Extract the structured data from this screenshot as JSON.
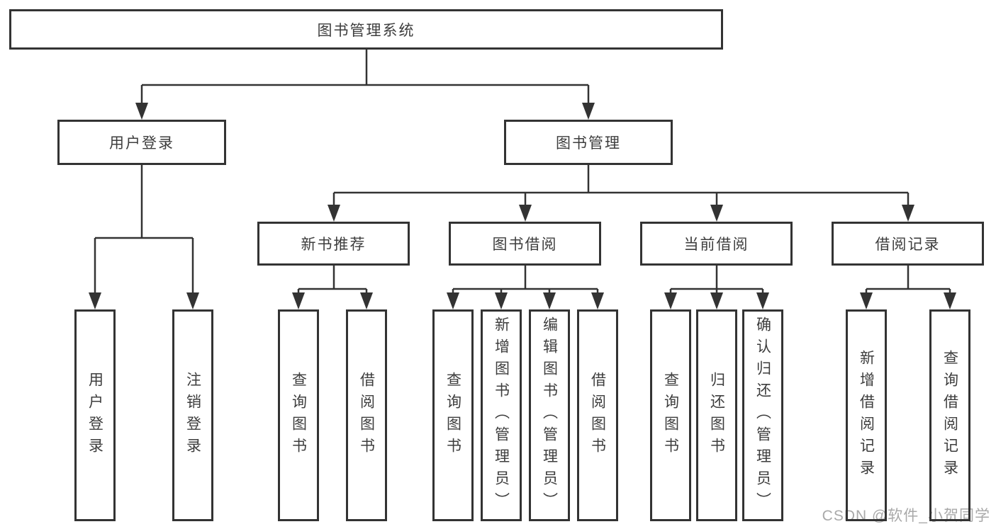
{
  "diagram": {
    "watermark": "CSDN @软件_小贺同学",
    "nodes": {
      "root": {
        "label": "图书管理系统"
      },
      "user_login": {
        "label": "用户登录"
      },
      "book_mgmt": {
        "label": "图书管理"
      },
      "new_book_rec": {
        "label": "新书推荐"
      },
      "book_borrow": {
        "label": "图书借阅"
      },
      "current_borrow": {
        "label": "当前借阅"
      },
      "borrow_records": {
        "label": "借阅记录"
      },
      "leaf_user_login": {
        "label": "用户登录"
      },
      "leaf_logout": {
        "label": "注销登录"
      },
      "leaf_rec_query": {
        "label": "查询图书"
      },
      "leaf_rec_borrow": {
        "label": "借阅图书"
      },
      "leaf_bor_query": {
        "label": "查询图书"
      },
      "leaf_bor_add": {
        "label": "新增图书（管理员）"
      },
      "leaf_bor_edit": {
        "label": "编辑图书（管理员）"
      },
      "leaf_bor_borrow": {
        "label": "借阅图书"
      },
      "leaf_cur_query": {
        "label": "查询图书"
      },
      "leaf_cur_return": {
        "label": "归还图书"
      },
      "leaf_cur_confirm": {
        "label": "确认归还（管理员）"
      },
      "leaf_records_add": {
        "label": "新增借阅记录"
      },
      "leaf_records_query": {
        "label": "查询借阅记录"
      }
    },
    "line_color": "#333333",
    "text_color": "#3d3d3d",
    "watermark_color": "#a9a9a9"
  }
}
